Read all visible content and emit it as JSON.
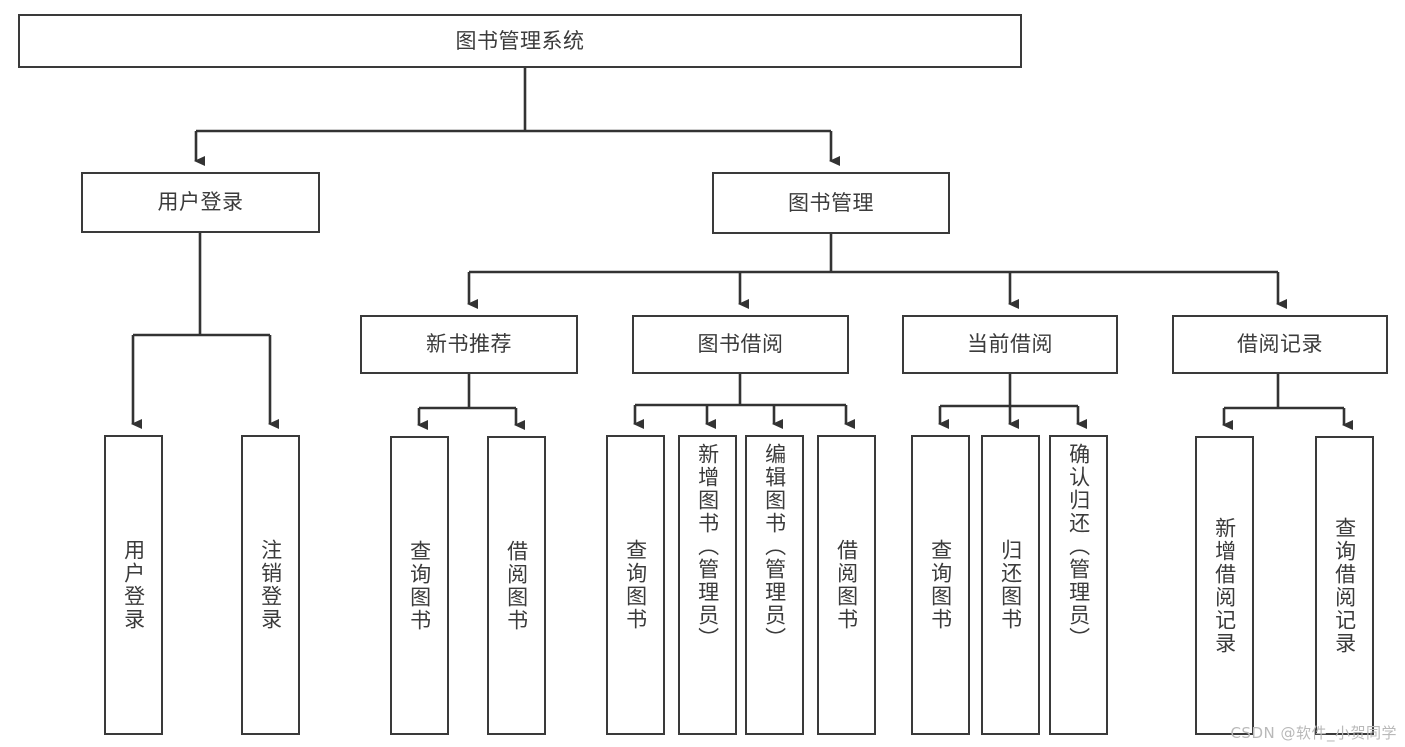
{
  "diagram": {
    "title": "图书管理系统",
    "type": "hierarchy-tree",
    "root": {
      "label": "图书管理系统"
    },
    "level1": [
      {
        "label": "用户登录"
      },
      {
        "label": "图书管理"
      }
    ],
    "level2": [
      {
        "label": "新书推荐"
      },
      {
        "label": "图书借阅"
      },
      {
        "label": "当前借阅"
      },
      {
        "label": "借阅记录"
      }
    ],
    "leaves": {
      "user_login": [
        {
          "label": "用户登录"
        },
        {
          "label": "注销登录"
        }
      ],
      "new_book_recommend": [
        {
          "label": "查询图书"
        },
        {
          "label": "借阅图书"
        }
      ],
      "book_borrow": [
        {
          "label": "查询图书"
        },
        {
          "label": "新增图书（管理员）"
        },
        {
          "label": "编辑图书（管理员）"
        },
        {
          "label": "借阅图书"
        }
      ],
      "current_borrow": [
        {
          "label": "查询图书"
        },
        {
          "label": "归还图书"
        },
        {
          "label": "确认归还（管理员）"
        }
      ],
      "borrow_record": [
        {
          "label": "新增借阅记录"
        },
        {
          "label": "查询借阅记录"
        }
      ]
    }
  },
  "watermark": {
    "text": "CSDN @软件_小贺同学"
  },
  "colors": {
    "border": "#3a3a3a",
    "text": "#3b3b3b",
    "line": "#333333",
    "background": "#ffffff",
    "watermark": "#b9b9b9"
  }
}
